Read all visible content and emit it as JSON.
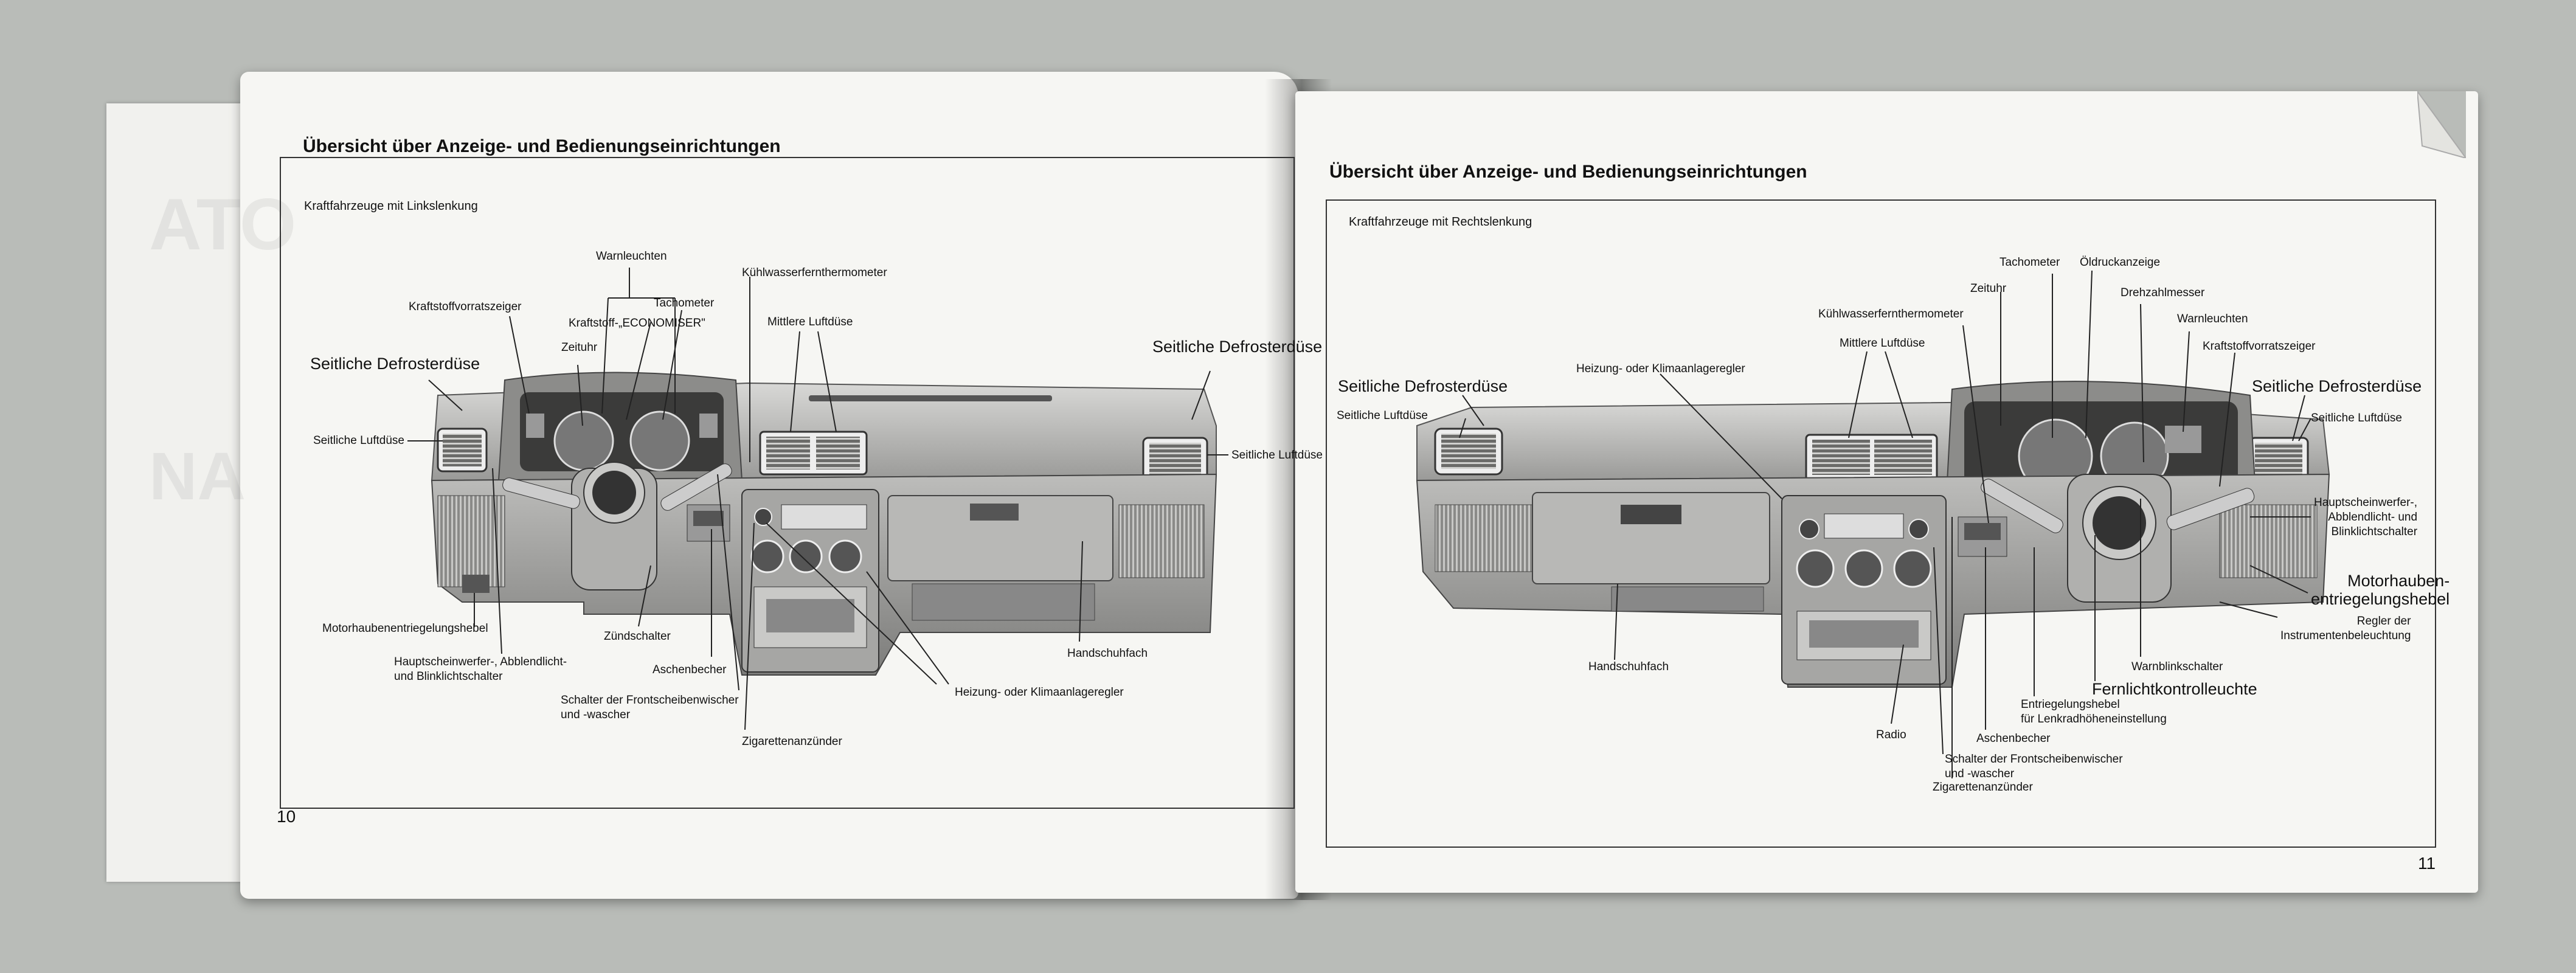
{
  "left_page": {
    "title": "Übersicht über Anzeige- und Bedienungseinrichtungen",
    "subtitle": "Kraftfahrzeuge mit Linkslenkung",
    "page_number": "10",
    "labels": {
      "warnleuchten": "Warnleuchten",
      "kuehlwasser": "Kühlwasserfernthermometer",
      "kraftstoffvorratszeiger": "Kraftstoffvorratszeiger",
      "tachometer": "Tachometer",
      "economiser": "Kraftstoff-„ECONOMISER\"",
      "zeituhr": "Zeituhr",
      "mittlere_luftduese": "Mittlere Luftdüse",
      "seitliche_defroster_l": "Seitliche Defrosterdüse",
      "seitliche_defroster_r": "Seitliche Defrosterdüse",
      "seitliche_luftduese_l": "Seitliche Luftdüse",
      "seitliche_luftduese_r": "Seitliche Luftdüse",
      "motorhauben": "Motorhaubenentriegelungshebel",
      "hauptscheinwerfer": [
        "Hauptscheinwerfer-, Abblendlicht-",
        "und Blinklichtschalter"
      ],
      "zuendschalter": "Zündschalter",
      "aschenbecher": "Aschenbecher",
      "handschuhfach": "Handschuhfach",
      "heizung": "Heizung- oder Klimaanlageregler",
      "frontscheibenwischer": [
        "Schalter der Frontscheibenwischer",
        "und -wascher"
      ],
      "zigarettenanzuender": "Zigarettenanzünder"
    }
  },
  "right_page": {
    "title": "Übersicht über Anzeige- und Bedienungseinrichtungen",
    "subtitle": "Kraftfahrzeuge mit Rechtslenkung",
    "page_number": "11",
    "labels": {
      "tachometer": "Tachometer",
      "oeldruck": "Öldruckanzeige",
      "zeituhr": "Zeituhr",
      "drehzahlmesser": "Drehzahlmesser",
      "kuehlwasser": "Kühlwasserfernthermometer",
      "warnleuchten": "Warnleuchten",
      "mittlere_luftduese": "Mittlere Luftdüse",
      "kraftstoffvorratszeiger": "Kraftstoffvorratszeiger",
      "heizung": "Heizung- oder Klimaanlageregler",
      "seitliche_defroster_l": "Seitliche Defrosterdüse",
      "seitliche_defroster_r": "Seitliche Defrosterdüse",
      "seitliche_luftduese_l": "Seitliche Luftdüse",
      "seitliche_luftduese_r": "Seitliche Luftdüse",
      "hauptscheinwerfer": [
        "Hauptscheinwerfer-,",
        "Abblendlicht- und",
        "Blinklichtschalter"
      ],
      "motorhauben": [
        "Motorhauben-",
        "entriegelungshebel"
      ],
      "regler": [
        "Regler der",
        "Instrumentenbeleuchtung"
      ],
      "handschuhfach": "Handschuhfach",
      "warnblink": "Warnblinkschalter",
      "fernlicht": "Fernlichtkontrolleuchte",
      "entriegelung": [
        "Entriegelungshebel",
        "für Lenkradhöheneinstellung"
      ],
      "radio": "Radio",
      "aschenbecher": "Aschenbecher",
      "frontscheibenwischer": [
        "Schalter der Frontscheibenwischer",
        "und -wascher"
      ],
      "zigarettenanzuender": "Zigarettenanzünder"
    }
  }
}
